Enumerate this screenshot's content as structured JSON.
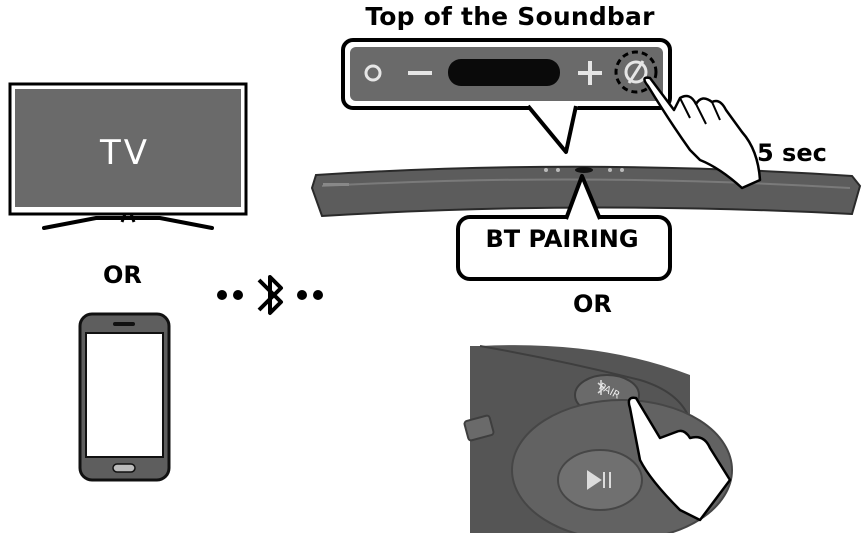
{
  "title": "Top of the Soundbar",
  "tv": {
    "label": "TV"
  },
  "or_labels": [
    "OR",
    "OR"
  ],
  "bt_pairing": "BT PAIRING",
  "hold_time": "5 sec",
  "remote_key": "PAIR",
  "icons": [
    "power-icon",
    "volume-down-icon",
    "volume-up-icon",
    "bluetooth-pair-icon",
    "bluetooth-icon",
    "play-pause-icon",
    "hand-pointer-icon"
  ],
  "colors": {
    "panel": "#6a6a6a",
    "soundbar": "#5a5a5a",
    "remote": "#4e4e4e",
    "outline": "#000000"
  }
}
